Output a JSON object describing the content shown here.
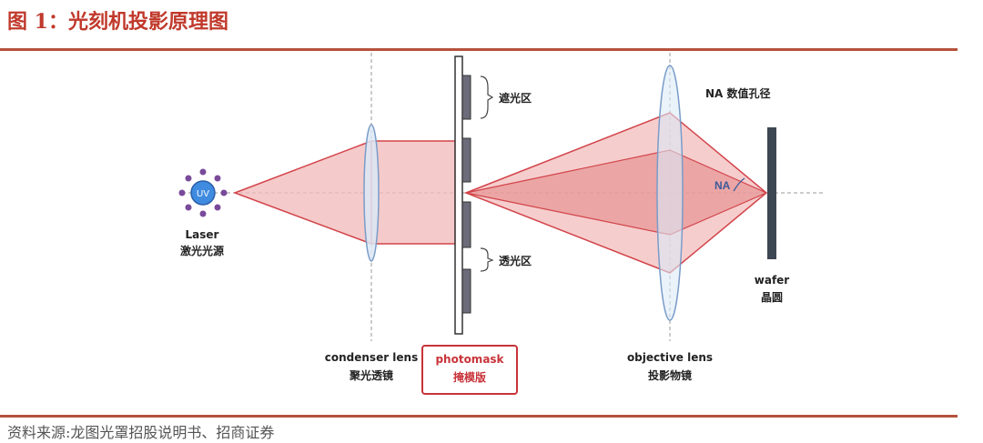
{
  "header": {
    "title": "图 1：光刻机投影原理图"
  },
  "footer": {
    "source": "资料来源:龙图光罩招股说明书、招商证券"
  },
  "diagram": {
    "labels": {
      "laser_en": "Laser",
      "laser_cn": "激光光源",
      "uv": "UV",
      "shade_region": "遮光区",
      "transmit_region": "透光区",
      "na_aperture": "NA 数值孔径",
      "na": "NA",
      "wafer_en": "wafer",
      "wafer_cn": "晶圆",
      "condenser_en": "condenser lens",
      "condenser_cn": "聚光透镜",
      "photomask_en": "photomask",
      "photomask_cn": "掩模版",
      "objective_en": "objective lens",
      "objective_cn": "投影物镜"
    },
    "colors": {
      "beam_fill": "#f2b8b8",
      "beam_stroke": "#d2444a",
      "beam_inner": "#e48a8a",
      "lens_fill": "#dce9f6",
      "lens_stroke": "#7a9cc8",
      "accent_red": "#c8333a",
      "rule": "#b5523c",
      "wafer": "#3d4653"
    }
  }
}
